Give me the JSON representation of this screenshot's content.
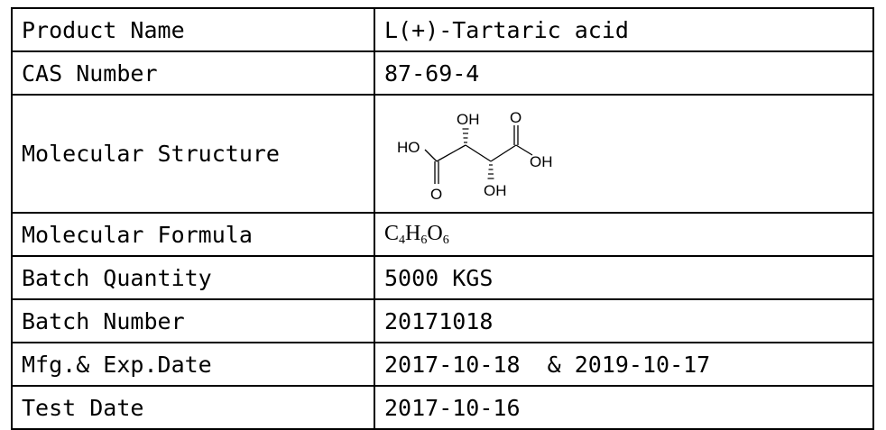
{
  "table": {
    "rows": [
      {
        "label": "Product Name",
        "value": "L(+)-Tartaric acid"
      },
      {
        "label": "CAS Number",
        "value": "87-69-4"
      },
      {
        "label": "Molecular Structure",
        "value": ""
      },
      {
        "label": "Molecular Formula",
        "value": ""
      },
      {
        "label": "Batch Quantity",
        "value": "5000 KGS"
      },
      {
        "label": "Batch Number",
        "value": "20171018"
      },
      {
        "label": "Mfg.& Exp.Date",
        "value": "2017-10-18  & 2019-10-17"
      },
      {
        "label": "Test Date",
        "value": "2017-10-16"
      }
    ]
  },
  "formula": {
    "el1": "C",
    "n1": "4",
    "el2": "H",
    "n2": "6",
    "el3": "O",
    "n3": "6"
  },
  "structure": {
    "oh_top": "OH",
    "ho_left": "HO",
    "oh_right": "OH",
    "oh_bottom": "OH",
    "o_top_right": "O",
    "o_bottom_left": "O"
  }
}
